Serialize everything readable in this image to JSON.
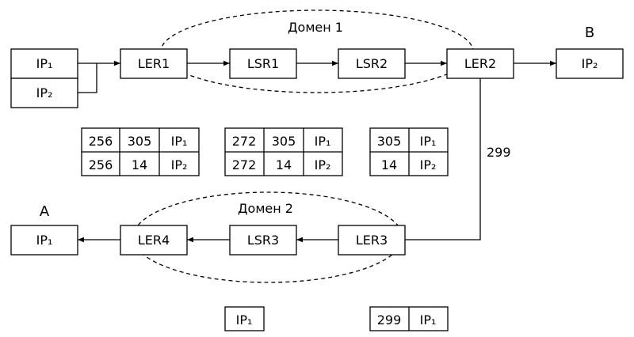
{
  "domains": {
    "domain1": "Домен 1",
    "domain2": "Домен 2"
  },
  "points": {
    "a": "A",
    "b": "B"
  },
  "link_label": "299",
  "nodes": {
    "src_ip1": "IP₁",
    "src_ip2": "IP₂",
    "ler1": "LER1",
    "lsr1": "LSR1",
    "lsr2": "LSR2",
    "ler2": "LER2",
    "dst_b_ip2": "IP₂",
    "ler3": "LER3",
    "lsr3": "LSR3",
    "ler4": "LER4",
    "dst_a_ip1": "IP₁"
  },
  "tables": {
    "t1": [
      [
        "256",
        "305",
        "IP₁"
      ],
      [
        "256",
        "14",
        "IP₂"
      ]
    ],
    "t2": [
      [
        "272",
        "305",
        "IP₁"
      ],
      [
        "272",
        "14",
        "IP₂"
      ]
    ],
    "t3": [
      [
        "305",
        "IP₁"
      ],
      [
        "14",
        "IP₂"
      ]
    ],
    "t4": [
      [
        "IP₁"
      ]
    ],
    "t5": [
      [
        "299",
        "IP₁"
      ]
    ]
  }
}
